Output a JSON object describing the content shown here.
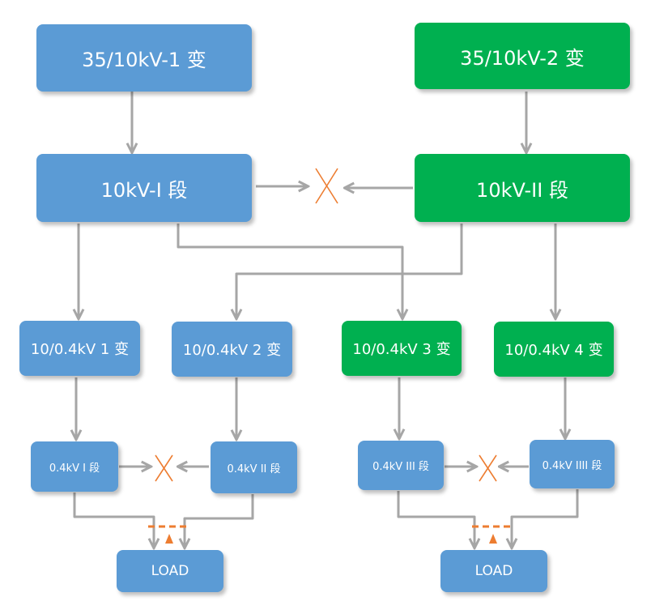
{
  "colors": {
    "blue": "#5b9bd5",
    "green": "#00b050",
    "arrow": "#a6a6a6",
    "breaker": "#ed7d31"
  },
  "boxes": {
    "t1": "35/10kV-1 变",
    "t2": "35/10kV-2 变",
    "bus1": "10kV-I 段",
    "bus2": "10kV-II 段",
    "tr1": "10/0.4kV 1 变",
    "tr2": "10/0.4kV 2 变",
    "tr3": "10/0.4kV 3 变",
    "tr4": "10/0.4kV 4 变",
    "lv1": "0.4kV I 段",
    "lv2": "0.4kV II 段",
    "lv3": "0.4kV III 段",
    "lv4": "0.4kV IIII 段",
    "load1": "LOAD",
    "load2": "LOAD"
  },
  "icons": {
    "tie_open": "cross-icon",
    "ats": "triangle-icon"
  }
}
